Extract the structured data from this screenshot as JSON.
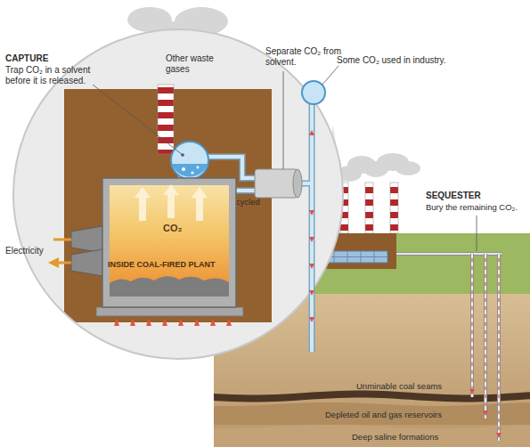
{
  "diagram": {
    "nodes": [
      {
        "text": [
          "CO₂",
          "INSIDE COAL-FIRED PLANT"
        ]
      },
      {
        "text": [
          "Unminable coal seams"
        ]
      },
      {
        "text": [
          "Depleted oil and gas reservoirs"
        ]
      },
      {
        "text": [
          "Deep saline formations"
        ]
      }
    ],
    "labels": [
      "CAPTURE",
      "Trap CO₂ in a solvent before it is released.",
      "Other waste gases",
      "Separate CO₂ from solvent.",
      "Some CO₂ used in industry.",
      "Solvent recycled",
      "Electricity",
      "SEQUESTER",
      "Bury the remaining CO₂."
    ]
  }
}
